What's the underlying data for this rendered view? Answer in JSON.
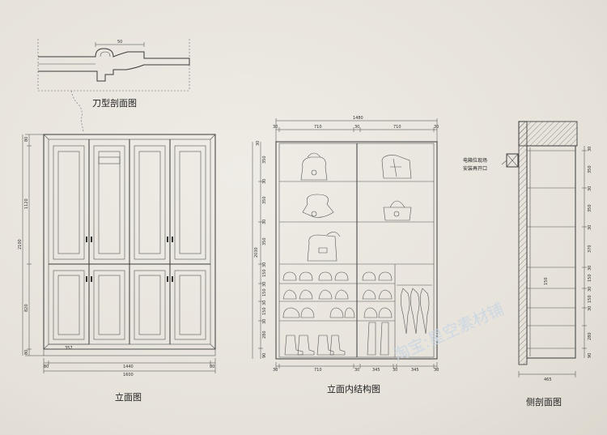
{
  "captions": {
    "profile": "刀型剖面图",
    "elevation": "立面图",
    "interior": "立面内结构图",
    "side": "侧剖面图"
  },
  "note": {
    "line1": "电箱位现场",
    "line2": "安装再开口"
  },
  "watermark": "淘宝:星空素材铺",
  "dims": {
    "profile_top": "50",
    "elev_h_top": "80",
    "elev_h_upper": "1120",
    "elev_h_total": "2100",
    "elev_h_lower": "820",
    "elev_h_base": "80",
    "elev_w_panel": "357",
    "elev_w_left": "80",
    "elev_w_mid": "1440",
    "elev_w_right": "80",
    "elev_w_total": "1600",
    "int_w_total": "1480",
    "int_w_side_l": "30",
    "int_w_left": "710",
    "int_w_center": "30",
    "int_w_right": "710",
    "int_w_side_r": "30",
    "int_h_total": "2030",
    "int_h_top": "30",
    "int_h_s1": "350",
    "int_h_s2": "30",
    "int_h_s3": "350",
    "int_h_s4": "30",
    "int_h_s5": "350",
    "int_h_s6": "30",
    "int_h_s7": "150",
    "int_h_s8": "30",
    "int_h_s9": "150",
    "int_h_s10": "30",
    "int_h_s11": "150",
    "int_h_s12": "30",
    "int_h_s13": "280",
    "int_h_s14": "90",
    "int_b_side_l": "30",
    "int_b_left": "710",
    "int_b_mid": "30",
    "int_b_cab": "345",
    "int_b_gap": "30",
    "int_b_right": "345",
    "int_b_side_r": "30",
    "side_w": "465",
    "side_h_top": "30",
    "side_h_a": "350",
    "side_h_b": "30",
    "side_h_c": "350",
    "side_h_d": "30",
    "side_h_e": "370",
    "side_h_f": "30",
    "side_h_g": "150",
    "side_h_h": "30",
    "side_h_i": "150",
    "side_h_j": "30",
    "side_h_k": "280",
    "side_h_l": "90",
    "side_inner_150": "150"
  }
}
